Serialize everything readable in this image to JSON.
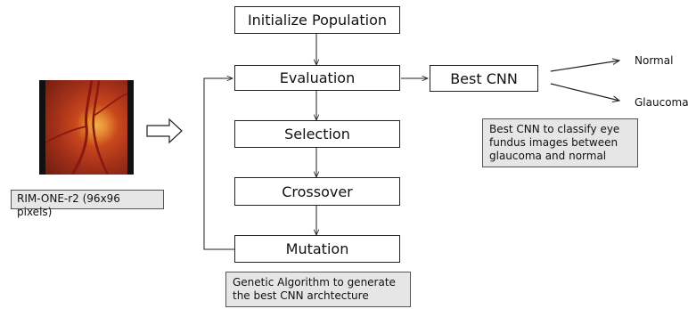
{
  "dataset": {
    "image_desc": "retinal fundus image",
    "caption": "RIM-ONE-r2 (96x96 pixels)"
  },
  "pipeline": {
    "init": "Initialize Population",
    "evaluation": "Evaluation",
    "selection": "Selection",
    "crossover": "Crossover",
    "mutation": "Mutation"
  },
  "ga_note": {
    "line1": "Genetic Algorithm to generate",
    "line2": "the best CNN archtecture"
  },
  "result": {
    "best_cnn": "Best CNN",
    "output_normal": "Normal",
    "output_glaucoma": "Glaucoma"
  },
  "cnn_note": {
    "line1": "Best CNN to classify eye",
    "line2": "fundus images between",
    "line3": "glaucoma and normal"
  },
  "colors": {
    "note_bg": "#e6e6e6",
    "retina": "#c8481c"
  }
}
